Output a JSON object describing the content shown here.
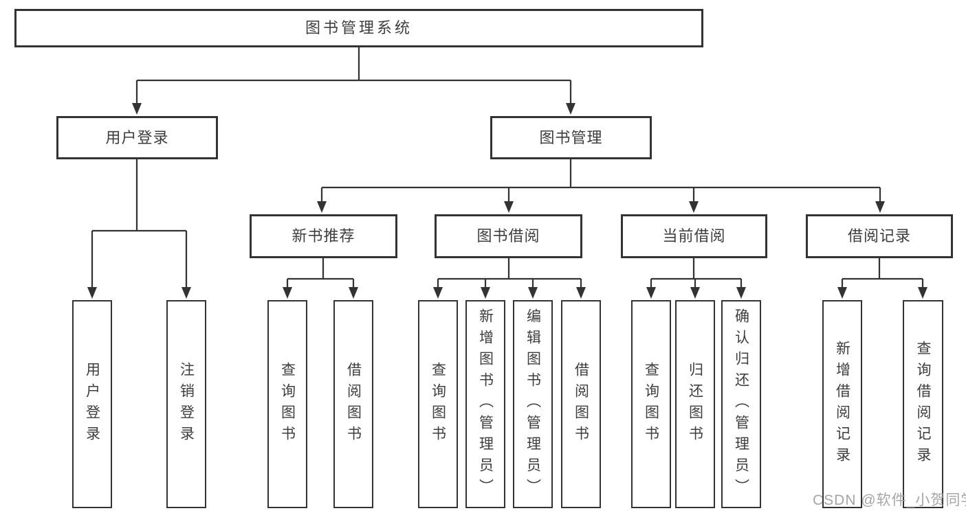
{
  "diagram": {
    "title": "图书管理系统",
    "root": {
      "label": "图书管理系统"
    },
    "level2": [
      {
        "label": "用户登录"
      },
      {
        "label": "图书管理"
      }
    ],
    "level3": [
      {
        "label": "新书推荐"
      },
      {
        "label": "图书借阅"
      },
      {
        "label": "当前借阅"
      },
      {
        "label": "借阅记录"
      }
    ],
    "user_login_children": [
      {
        "label": "用户登录"
      },
      {
        "label": "注销登录"
      }
    ],
    "new_book_children": [
      {
        "label": "查询图书"
      },
      {
        "label": "借阅图书"
      }
    ],
    "book_borrow_children": [
      {
        "label": "查询图书"
      },
      {
        "label": "新增图书（管理员）"
      },
      {
        "label": "编辑图书（管理员）"
      },
      {
        "label": "借阅图书"
      }
    ],
    "current_borrow_children": [
      {
        "label": "查询图书"
      },
      {
        "label": "归还图书"
      },
      {
        "label": "确认归还（管理员）"
      }
    ],
    "records_children": [
      {
        "label": "新增借阅记录"
      },
      {
        "label": "查询借阅记录"
      }
    ]
  },
  "watermark": {
    "text": "CSDN @软件_小贺同学"
  },
  "colors": {
    "line": "#333333",
    "box_border": "#333333",
    "text": "#3d3d3d",
    "watermark": "#a0a0a2",
    "background": "#ffffff"
  }
}
